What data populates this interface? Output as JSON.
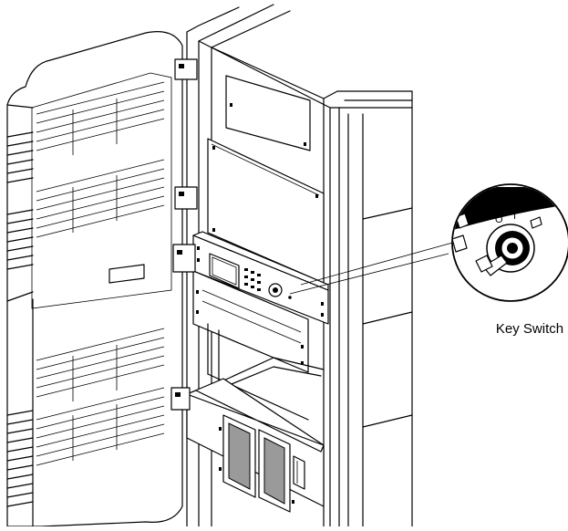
{
  "callout": {
    "label": "Key Switch",
    "positions": [
      "O",
      "I"
    ]
  }
}
